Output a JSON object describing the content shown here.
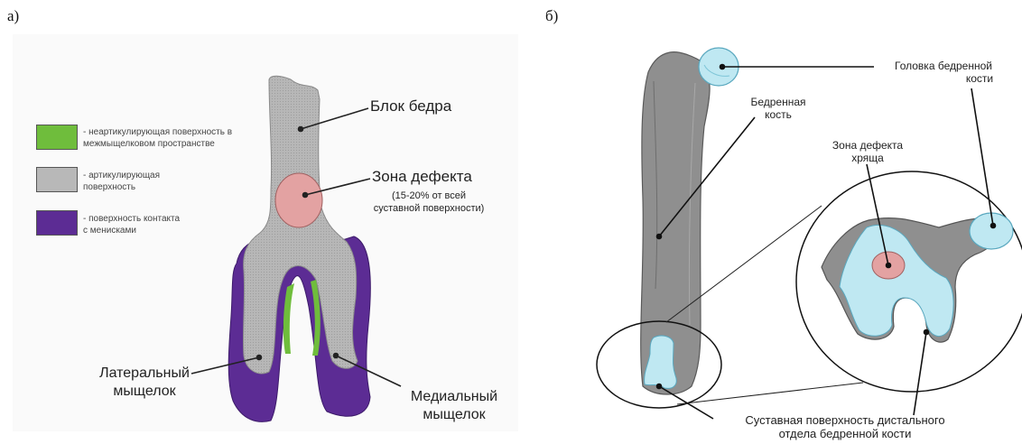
{
  "panel_a": {
    "letter": "а)",
    "legend": [
      {
        "color": "#6fbd3c",
        "text_line1": "- неартикулирующая поверхность в",
        "text_line2": "межмыщелковом пространстве"
      },
      {
        "color": "#b8b8b8",
        "text_line1": "- артикулирующая",
        "text_line2": "поверхность"
      },
      {
        "color": "#5c2c94",
        "text_line1": "- поверхность контакта",
        "text_line2": "с менисками"
      }
    ],
    "labels": {
      "block": "Блок бедра",
      "defect_title": "Зона дефекта",
      "defect_sub1": "(15-20% от всей",
      "defect_sub2": "суставной поверхности)",
      "lateral_1": "Латеральный",
      "lateral_2": "мыщелок",
      "medial_1": "Медиальный",
      "medial_2": "мыщелок"
    }
  },
  "panel_b": {
    "letter": "б)",
    "labels": {
      "head_1": "Головка бедренной",
      "head_2": "кости",
      "femur_1": "Бедренная",
      "femur_2": "кость",
      "defect_1": "Зона дефекта",
      "defect_2": "хряща",
      "surface_1": "Суставная поверхность дистального",
      "surface_2": "отдела бедренной кости"
    }
  },
  "colors": {
    "bone_gray": "#8c8c8c",
    "cartilage_blue": "#bfe8f2",
    "defect_pink": "#e3a2a2",
    "articular_gray": "#b8b8b8",
    "meniscus_purple": "#5c2c94",
    "nonart_green": "#6fbd3c"
  }
}
